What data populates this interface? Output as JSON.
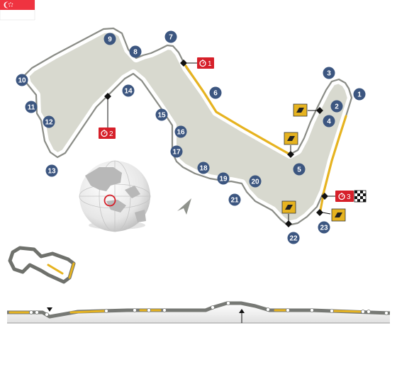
{
  "circuit": {
    "country_flag": "singapore-flag-icon",
    "colors": {
      "track_fill": "#d8d9cf",
      "track_outline": "#8a8c86",
      "drs_zone": "#e6b320",
      "turn_marker": "#3c5680",
      "sector_marker": "#d6202a",
      "drs_sign": "#e6b320",
      "checkpoint": "#111111"
    },
    "turns": [
      "1",
      "2",
      "3",
      "4",
      "5",
      "6",
      "7",
      "8",
      "9",
      "10",
      "11",
      "12",
      "13",
      "14",
      "15",
      "16",
      "17",
      "18",
      "19",
      "20",
      "21",
      "22",
      "23"
    ],
    "sectors": [
      {
        "id": "sector-1",
        "number": "1"
      },
      {
        "id": "sector-2",
        "number": "2"
      },
      {
        "id": "sector-3",
        "number": "3"
      }
    ],
    "icons": {
      "timer": "stopwatch-icon",
      "drs": "drs-zone-icon",
      "finish": "chequered-flag-icon",
      "globe": "globe-icon",
      "north": "north-arrow-icon"
    }
  }
}
